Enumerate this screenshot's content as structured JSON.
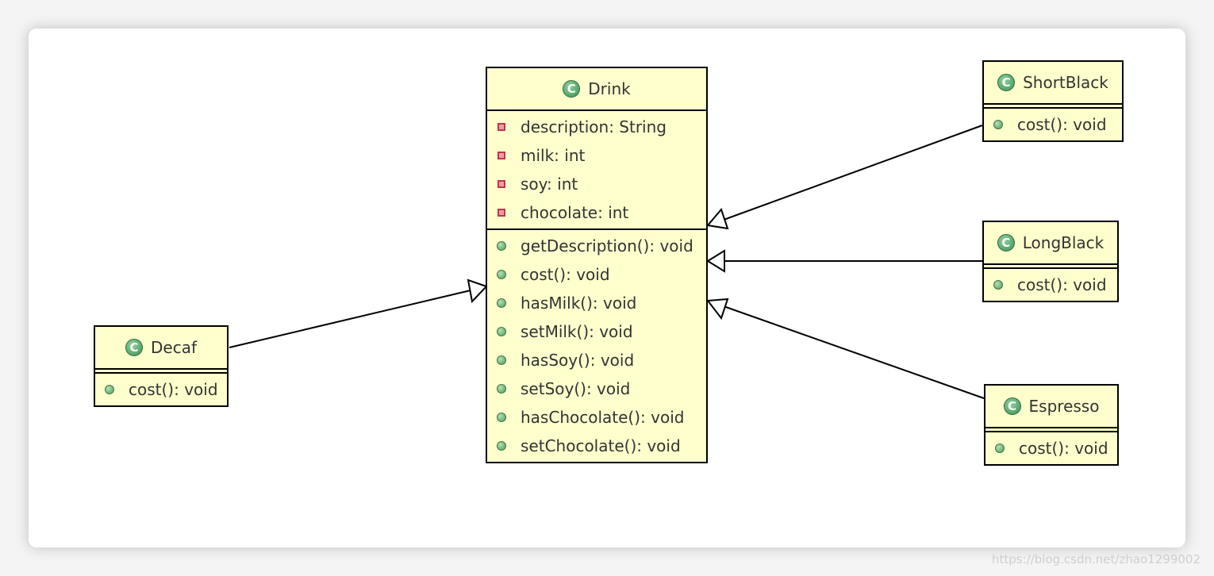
{
  "diagram": {
    "classes": {
      "drink": {
        "name": "Drink",
        "fields": [
          "description: String",
          "milk: int",
          "soy: int",
          "chocolate: int"
        ],
        "methods": [
          "getDescription(): void",
          "cost(): void",
          "hasMilk(): void",
          "setMilk(): void",
          "hasSoy(): void",
          "setSoy(): void",
          "hasChocolate(): void",
          "setChocolate(): void"
        ]
      },
      "decaf": {
        "name": "Decaf",
        "methods": [
          "cost(): void"
        ]
      },
      "short_black": {
        "name": "ShortBlack",
        "methods": [
          "cost(): void"
        ]
      },
      "long_black": {
        "name": "LongBlack",
        "methods": [
          "cost(): void"
        ]
      },
      "espresso": {
        "name": "Espresso",
        "methods": [
          "cost(): void"
        ]
      }
    },
    "relations": [
      {
        "from": "Decaf",
        "to": "Drink",
        "type": "inheritance"
      },
      {
        "from": "ShortBlack",
        "to": "Drink",
        "type": "inheritance"
      },
      {
        "from": "LongBlack",
        "to": "Drink",
        "type": "inheritance"
      },
      {
        "from": "Espresso",
        "to": "Drink",
        "type": "inheritance"
      }
    ],
    "class_icon": "class-c-icon",
    "field_icon": "private-field-icon",
    "method_icon": "public-method-icon",
    "colors": {
      "class_fill": "#ffffcd",
      "border": "#000000",
      "method_dot": "#4f9a5b",
      "field_marker": "#c3344b"
    }
  },
  "watermark": "https://blog.csdn.net/zhao1299002"
}
